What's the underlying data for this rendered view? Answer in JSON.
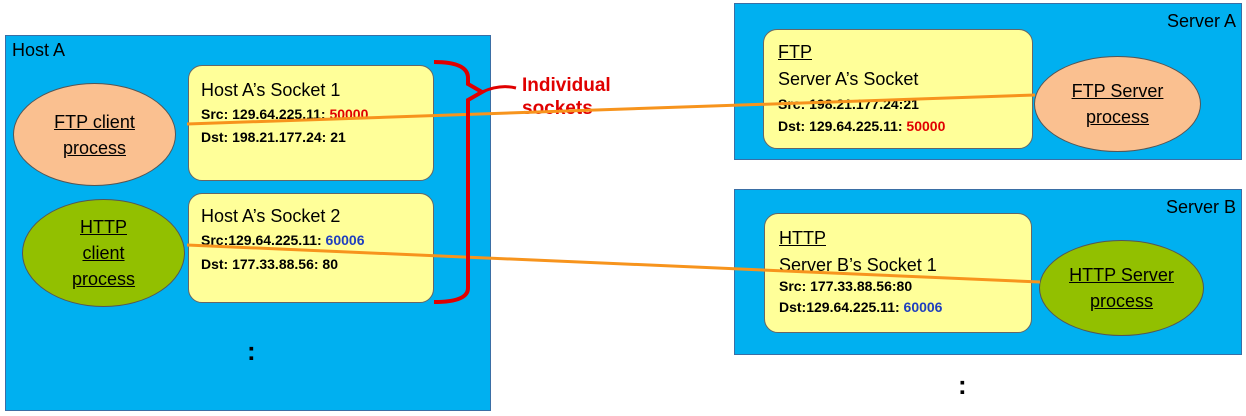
{
  "host_a": {
    "title": "Host A",
    "ftp_client": {
      "line1": "FTP client",
      "line2": "process"
    },
    "http_client": {
      "line1": "HTTP",
      "line2": "client",
      "line3": "process"
    },
    "socket1": {
      "title": "Host A’s Socket 1",
      "src_prefix": "Src: 129.64.225.11: ",
      "src_port": "50000",
      "dst": "Dst: 198.21.177.24: 21"
    },
    "socket2": {
      "title": "Host A’s Socket 2",
      "src_prefix": "Src:129.64.225.11: ",
      "src_port": "60006",
      "dst": "Dst: 177.33.88.56: 80"
    },
    "ellipsis": ":"
  },
  "annotation": {
    "line1": "Individual",
    "line2": "sockets"
  },
  "server_a": {
    "title": "Server A",
    "socket": {
      "proto": "FTP",
      "title": "Server A’s Socket",
      "src": "Src: 198.21.177.24:21",
      "dst_prefix": "Dst: 129.64.225.11: ",
      "dst_port": "50000"
    },
    "process": {
      "line1": "FTP Server",
      "line2": "process"
    }
  },
  "server_b": {
    "title": "Server B",
    "socket": {
      "proto": "HTTP",
      "title": "Server B’s Socket 1",
      "src": "Src: 177.33.88.56:80",
      "dst_prefix": "Dst:129.64.225.11: ",
      "dst_port": "60006"
    },
    "process": {
      "line1": "HTTP Server",
      "line2": "process"
    },
    "ellipsis": ":"
  },
  "colors": {
    "panel": "#00b0f0",
    "socket_box": "#ffff99",
    "ftp_ellipse": "#fac090",
    "http_ellipse": "#92c000",
    "connection_line": "#f7941d",
    "bracket": "#e00000",
    "ftp_port": "#e00000",
    "http_port": "#1f3fbf"
  }
}
